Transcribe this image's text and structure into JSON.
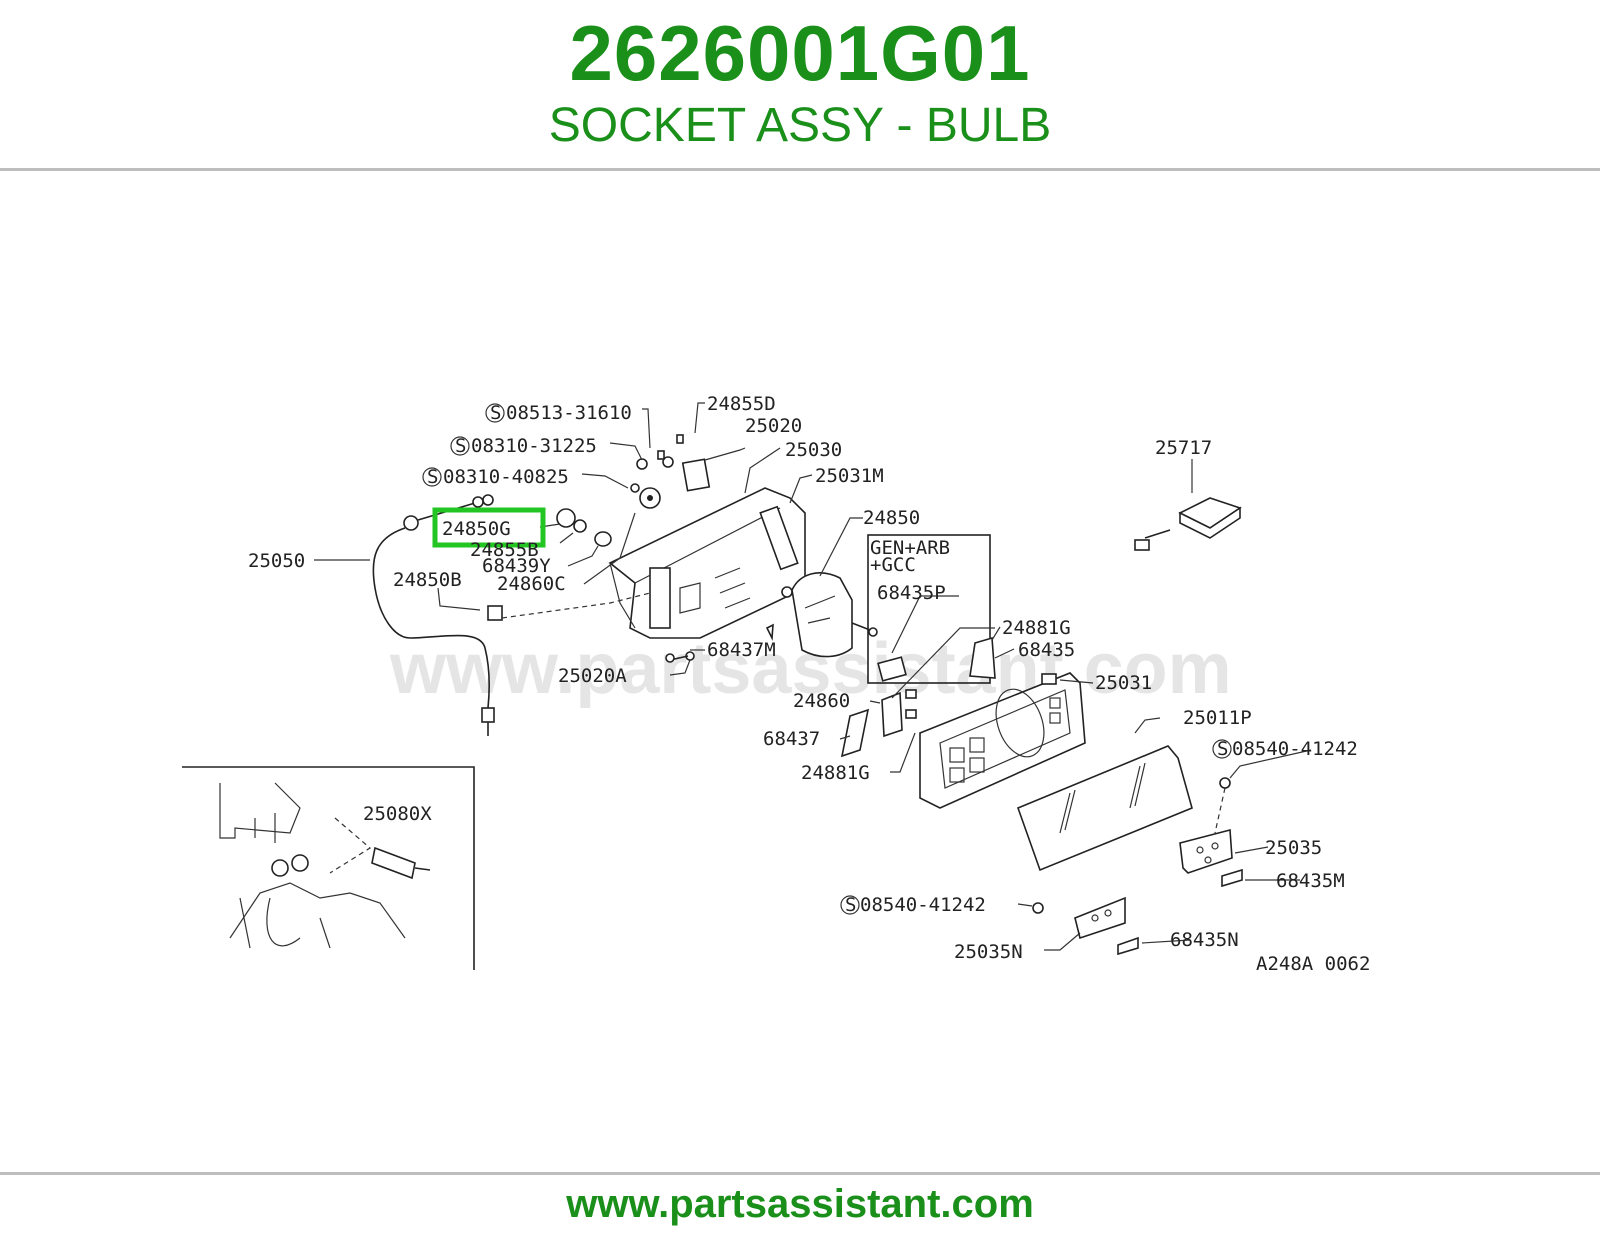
{
  "header": {
    "part_number": "2626001G01",
    "part_name": "SOCKET ASSY - BULB"
  },
  "diagram": {
    "labels": {
      "l08513": "08513-31610",
      "l24855D": "24855D",
      "l25020": "25020",
      "l08310a": "08310-31225",
      "l25030": "25030",
      "l08310b": "08310-40825",
      "l25031M": "25031M",
      "l24850G": "24850G",
      "l24855B": "24855B",
      "l68439Y": "68439Y",
      "l24860C": "24860C",
      "l25050": "25050",
      "l24850B": "24850B",
      "l24850": "24850",
      "lgen1": "GEN+ARB",
      "lgen2": "+GCC",
      "l68435P": "68435P",
      "l25717": "25717",
      "l24881G_a": "24881G",
      "l68435": "68435",
      "l68437M": "68437M",
      "l25020A": "25020A",
      "l25031": "25031",
      "l24860": "24860",
      "l25011P": "25011P",
      "l68437": "68437",
      "l08540a": "08540-41242",
      "l24881G_b": "24881G",
      "l25080X": "25080X",
      "l25035": "25035",
      "l68435M": "68435M",
      "l08540b": "08540-41242",
      "l25035N": "25035N",
      "l68435N": "68435N",
      "code": "A248A 0062"
    },
    "screw_symbol": "S",
    "highlighted_part": "24850G",
    "highlight_color": "#22c522",
    "watermark": "www.partsassistant.com"
  },
  "footer": {
    "url": "www.partsassistant.com"
  },
  "colors": {
    "brand_green": "#1a8f1a",
    "rule": "#bdbdbd"
  }
}
